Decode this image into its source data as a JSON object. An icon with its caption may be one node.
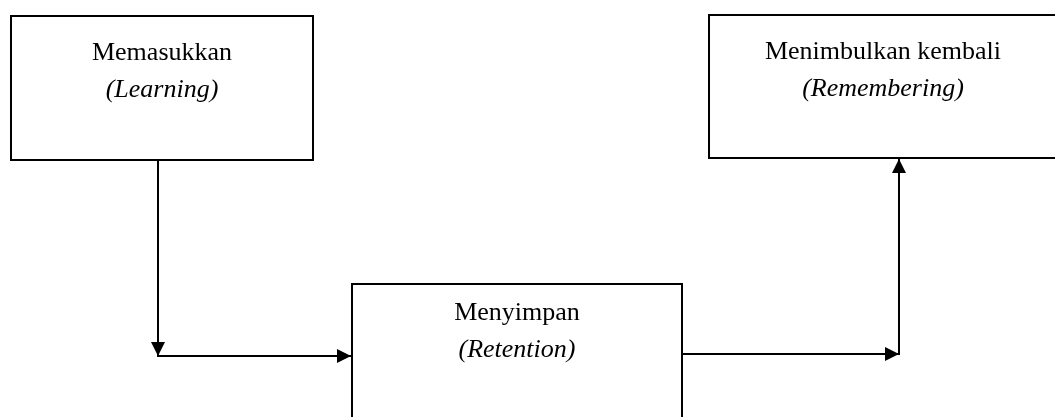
{
  "diagram": {
    "nodes": [
      {
        "text": [
          "Memasukkan",
          "(Learning)"
        ]
      },
      {
        "text": [
          "Menyimpan",
          "(Retention)"
        ]
      },
      {
        "text": [
          "Menimbulkan kembali",
          "(Remembering)"
        ]
      }
    ],
    "edges": [
      {
        "from": 0,
        "to": 1,
        "arrow": "to"
      },
      {
        "from": 1,
        "to": 2,
        "arrow": "to"
      }
    ]
  }
}
